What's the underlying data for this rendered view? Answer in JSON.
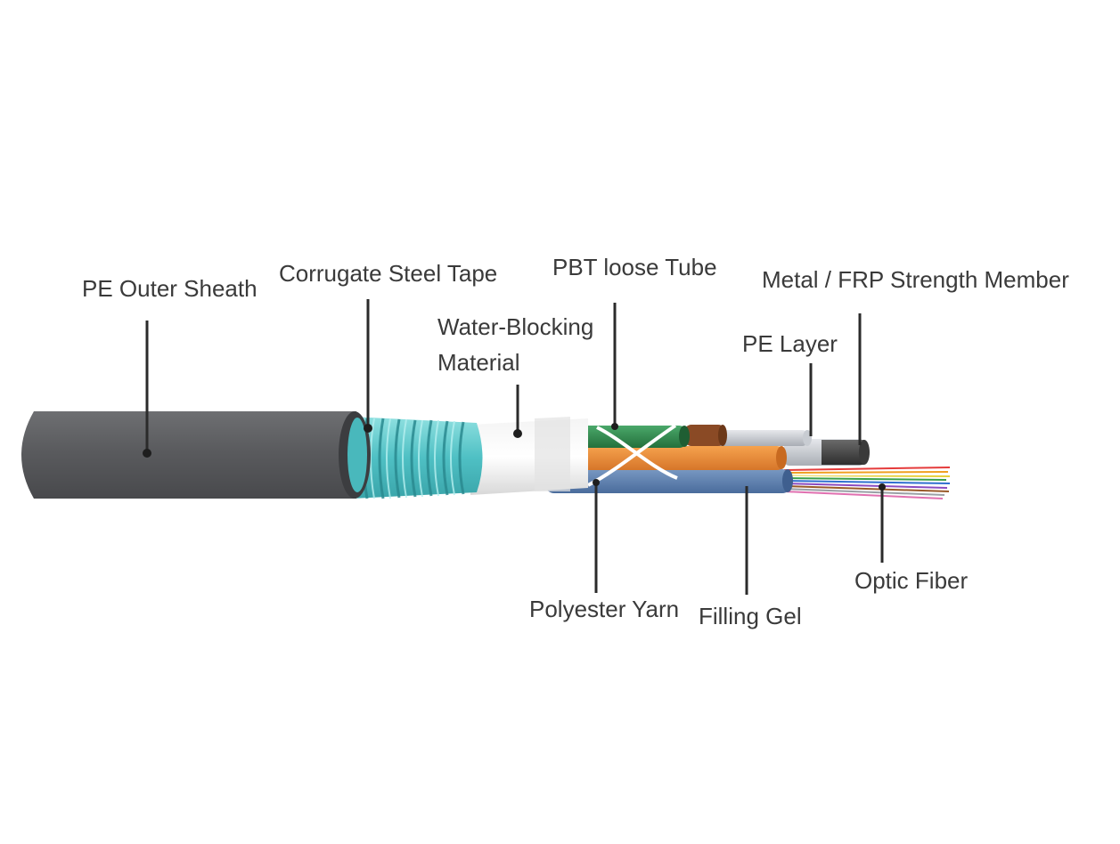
{
  "diagram": {
    "labels": {
      "pe_outer_sheath": "PE Outer Sheath",
      "corrugate_steel_tape": "Corrugate Steel Tape",
      "water_blocking_line1": "Water-Blocking",
      "water_blocking_line2": "Material",
      "pbt_loose_tube": "PBT loose Tube",
      "metal_frp_strength_member": "Metal / FRP Strength Member",
      "pe_layer": "PE Layer",
      "polyester_yarn": "Polyester Yarn",
      "filling_gel": "Filling Gel",
      "optic_fiber": "Optic Fiber"
    },
    "colors": {
      "outer_sheath": "#5c5d60",
      "steel_tape": "#59c6c9",
      "water_blocking": "#eeeeee",
      "tube_green": "#2f8c4e",
      "tube_orange": "#e98a33",
      "tube_blue": "#5a7fb0",
      "tube_brown": "#8a4a25",
      "strength_member": "#4a4a4a",
      "label_text": "#3a3a3a"
    }
  }
}
